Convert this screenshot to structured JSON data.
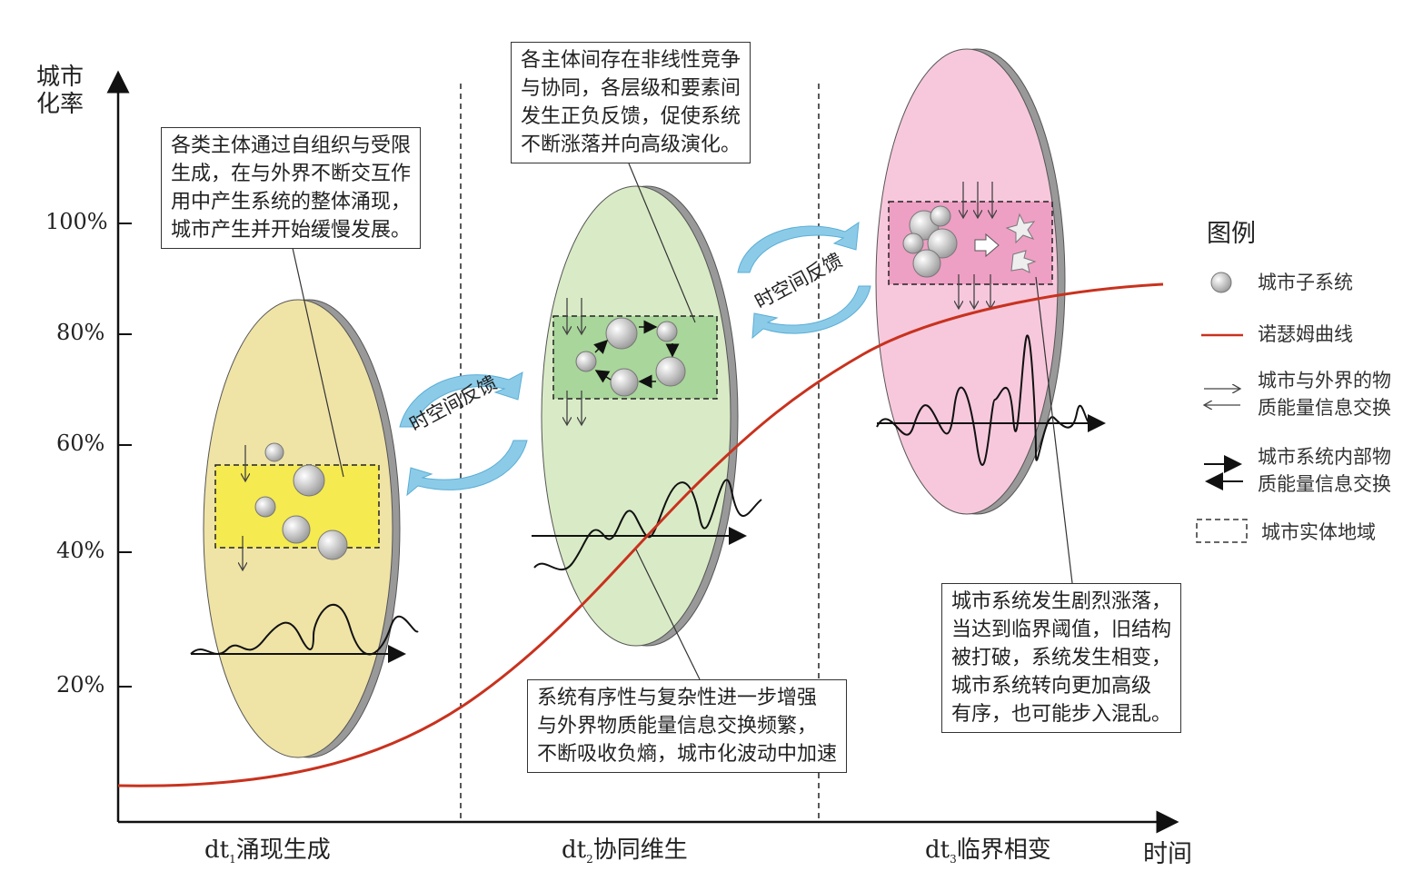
{
  "axes": {
    "y_label_line1": "城市",
    "y_label_line2": "化率",
    "x_label": "时间",
    "y_ticks": [
      "100%",
      "80%",
      "60%",
      "40%",
      "20%"
    ]
  },
  "stages": [
    {
      "prefix": "dt",
      "sub": "1",
      "label": "涌现生成"
    },
    {
      "prefix": "dt",
      "sub": "2",
      "label": "协同维生"
    },
    {
      "prefix": "dt",
      "sub": "3",
      "label": "临界相变"
    }
  ],
  "feedback_label": "时空间反馈",
  "boxes": {
    "stage1": [
      "各类主体通过自组织与受限",
      "生成，在与外界不断交互作",
      "用中产生系统的整体涌现，",
      "城市产生并开始缓慢发展。"
    ],
    "stage2_top": [
      "各主体间存在非线性竞争",
      "与协同，各层级和要素间",
      "发生正负反馈，促使系统",
      "不断涨落并向高级演化。"
    ],
    "stage2_bottom": [
      "系统有序性与复杂性进一步增强",
      "与外界物质能量信息交换频繁，",
      "不断吸收负熵，城市化波动中加速"
    ],
    "stage3": [
      "城市系统发生剧烈涨落，",
      "当达到临界阈值，旧结构",
      "被打破，系统发生相变，",
      "城市系统转向更加高级",
      "有序，也可能步入混乱。"
    ]
  },
  "legend": {
    "title": "图例",
    "items": [
      {
        "icon": "sphere-icon",
        "lines": [
          "城市子系统"
        ]
      },
      {
        "icon": "red-line-icon",
        "lines": [
          "诺瑟姆曲线"
        ]
      },
      {
        "icon": "thin-double-arrow-icon",
        "lines": [
          "城市与外界的物",
          "质能量信息交换"
        ]
      },
      {
        "icon": "bold-double-arrow-icon",
        "lines": [
          "城市系统内部物",
          "质能量信息交换"
        ]
      },
      {
        "icon": "dashed-rect-icon",
        "lines": [
          "城市实体地域"
        ]
      }
    ]
  },
  "colors": {
    "curve": "#c8321e",
    "yellow": "#efe3a6",
    "green": "#d9ebc6",
    "pink": "#f7c8dc",
    "feedback": "#8ccbe8"
  }
}
